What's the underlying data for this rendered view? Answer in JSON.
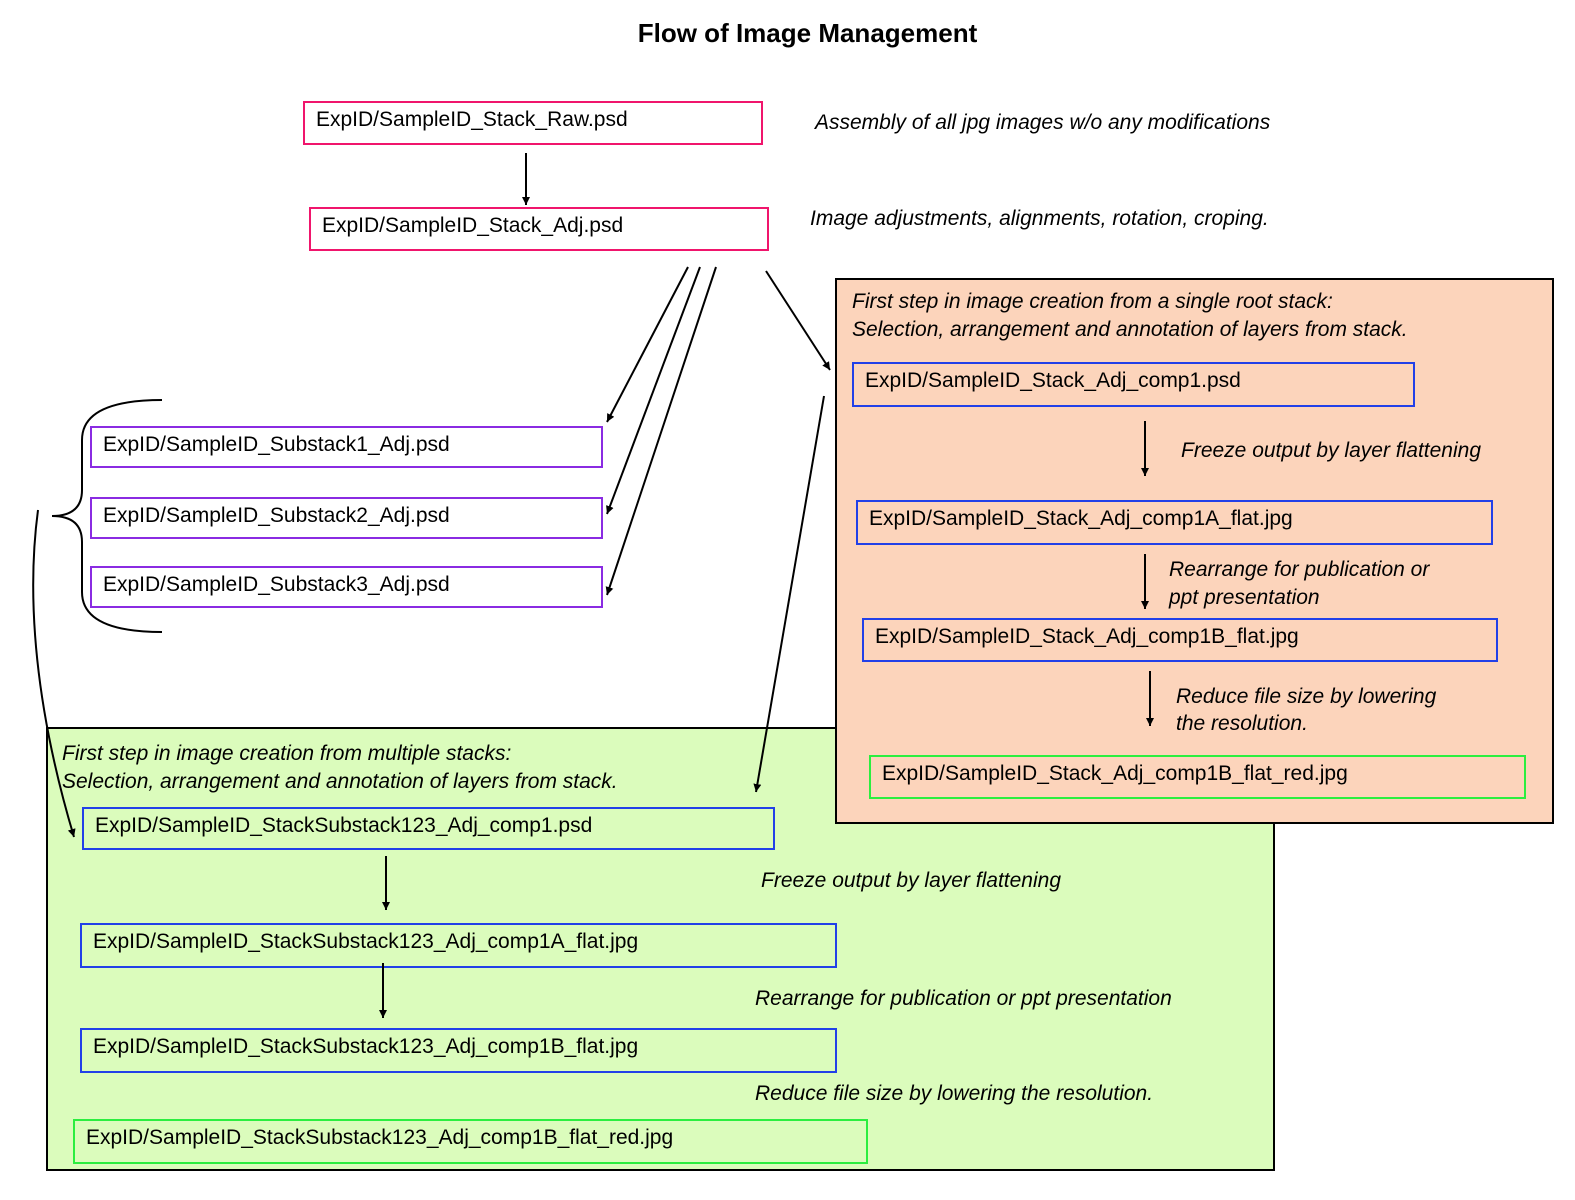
{
  "title": "Flow of Image Management",
  "colors": {
    "root_border": "#f0156c",
    "substack_border": "#8a2be2",
    "comp_border": "#2140e8",
    "reduced_border": "#2bee3f",
    "single_stack_panel": "#fcd4bb",
    "multi_stack_panel": "#dbfcbc"
  },
  "nodes": {
    "raw": "ExpID/SampleID_Stack_Raw.psd",
    "adj": "ExpID/SampleID_Stack_Adj.psd",
    "sub1": "ExpID/SampleID_Substack1_Adj.psd",
    "sub2": "ExpID/SampleID_Substack2_Adj.psd",
    "sub3": "ExpID/SampleID_Substack3_Adj.psd",
    "comp1": "ExpID/SampleID_Stack_Adj_comp1.psd",
    "comp1a": "ExpID/SampleID_Stack_Adj_comp1A_flat.jpg",
    "comp1b": "ExpID/SampleID_Stack_Adj_comp1B_flat.jpg",
    "comp1b_red": "ExpID/SampleID_Stack_Adj_comp1B_flat_red.jpg",
    "multi_comp1": "ExpID/SampleID_StackSubstack123_Adj_comp1.psd",
    "multi_comp1a": "ExpID/SampleID_StackSubstack123_Adj_comp1A_flat.jpg",
    "multi_comp1b": "ExpID/SampleID_StackSubstack123_Adj_comp1B_flat.jpg",
    "multi_comp1b_red": "ExpID/SampleID_StackSubstack123_Adj_comp1B_flat_red.jpg"
  },
  "notes": {
    "raw": "Assembly of all jpg images w/o any modifications",
    "adj": "Image adjustments, alignments, rotation, croping.",
    "single_panel_line1": "First step in image creation from a single root stack:",
    "single_panel_line2": "Selection, arrangement and annotation of layers from  stack.",
    "single_freeze": "Freeze output by layer flattening",
    "single_rearrange_line1": "Rearrange for publication or",
    "single_rearrange_line2": "ppt presentation",
    "single_reduce_line1": "Reduce file size by lowering",
    "single_reduce_line2": "the resolution.",
    "multi_panel_line1": "First step in image creation from multiple stacks:",
    "multi_panel_line2": "Selection, arrangement and annotation of layers from  stack.",
    "multi_freeze": "Freeze output by layer flattening",
    "multi_rearrange": "Rearrange for publication or ppt presentation",
    "multi_reduce": "Reduce file size by lowering the resolution."
  }
}
